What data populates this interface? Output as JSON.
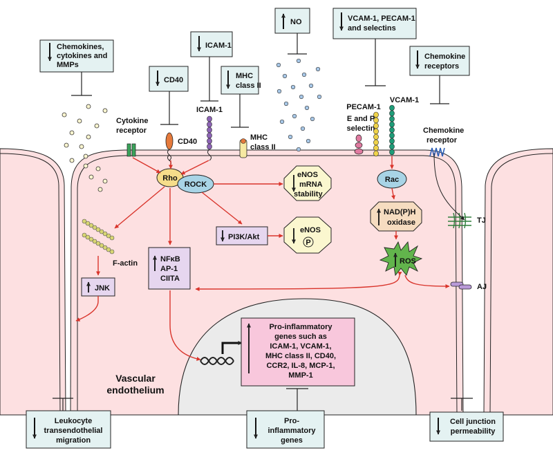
{
  "boxes": {
    "chemokines": [
      "Chemokines,",
      "cytokines and",
      "MMPs"
    ],
    "cd40": "CD40",
    "icam1": "ICAM-1",
    "mhc": [
      "MHC",
      "class II"
    ],
    "no": "NO",
    "vcam": [
      "VCAM-1, PECAM-1",
      "and selectins"
    ],
    "chemokine_receptors": [
      "Chemokine",
      "receptors"
    ],
    "leukocyte": [
      "Leukocyte",
      "transendothelial",
      "migration"
    ],
    "proinflammatory": [
      "Pro-",
      "inflammatory",
      "genes"
    ],
    "junction": [
      "Cell junction",
      "permeability"
    ]
  },
  "labels": {
    "cytokine_receptor": [
      "Cytokine",
      "receptor"
    ],
    "cd40": "CD40",
    "icam1": "ICAM-1",
    "mhc": [
      "MHC",
      "class II"
    ],
    "pecam": "PECAM-1",
    "vcam": "VCAM-1",
    "ep_selectin": [
      "E and P",
      "selectin"
    ],
    "chemokine_receptor": [
      "Chemokine",
      "receptor"
    ],
    "rho": "Rho",
    "rock": "ROCK",
    "rac": "Rac",
    "enos_stability": [
      "eNOS",
      "mRNA",
      "stability"
    ],
    "enos_p": "eNOS",
    "p": "P",
    "pi3k": "PI3K/Akt",
    "factin": "F-actin",
    "jnk": "JNK",
    "nfkb": [
      "NFκB",
      "AP-1",
      "CIITA"
    ],
    "nadph": [
      "NAD(P)H",
      "oxidase"
    ],
    "ros": "ROS",
    "tj": "TJ",
    "aj": "AJ",
    "genes": [
      "Pro-inflammatory",
      "genes such as",
      "ICAM-1, VCAM-1,",
      "MHC class II, CD40,",
      "CCR2, IL-8, MCP-1,",
      "MMP-1"
    ],
    "vascular": [
      "Vascular",
      "endothelium"
    ]
  }
}
